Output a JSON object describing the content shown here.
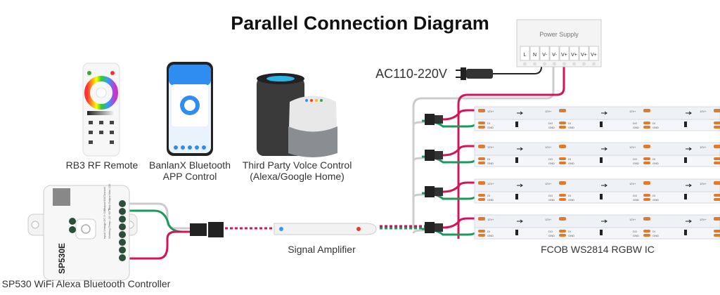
{
  "title": "Parallel Connection Diagram",
  "power_supply": {
    "label": "Power Supply",
    "terminals": [
      "L",
      "N",
      "V-",
      "V-",
      "V+",
      "V+",
      "V+",
      "V+"
    ]
  },
  "ac_label": "AC110-220V",
  "remote_label": "RB3 RF Remote",
  "app_label": [
    "BanlanX Bluetooth",
    "APP Control"
  ],
  "voice_label": [
    "Third Party Volce Control",
    "(Alexa/Google Home)"
  ],
  "amplifier_label": "Signal Amplifier",
  "strip_label": "FCOB WS2814 RGBW IC",
  "controller_label": "SP530 WiFi Alexa Bluetooth Controller",
  "controller": {
    "model": "SP530E",
    "specs": [
      "Input Voltage:DC 5~24V",
      "Output:6A/Channel",
      "Working Temp:-10~60℃",
      "Total Output Max 12A"
    ]
  },
  "strip_pads": {
    "vplus": "12V+",
    "di": "DI",
    "do": "DO",
    "gnd": "GND"
  },
  "colors": {
    "red_wire": "#d4145a",
    "green_wire": "#1a9a5c",
    "grey_wire": "#cccccc",
    "pad": "#e07a2e",
    "phone_accent": "#2f8cf0"
  }
}
